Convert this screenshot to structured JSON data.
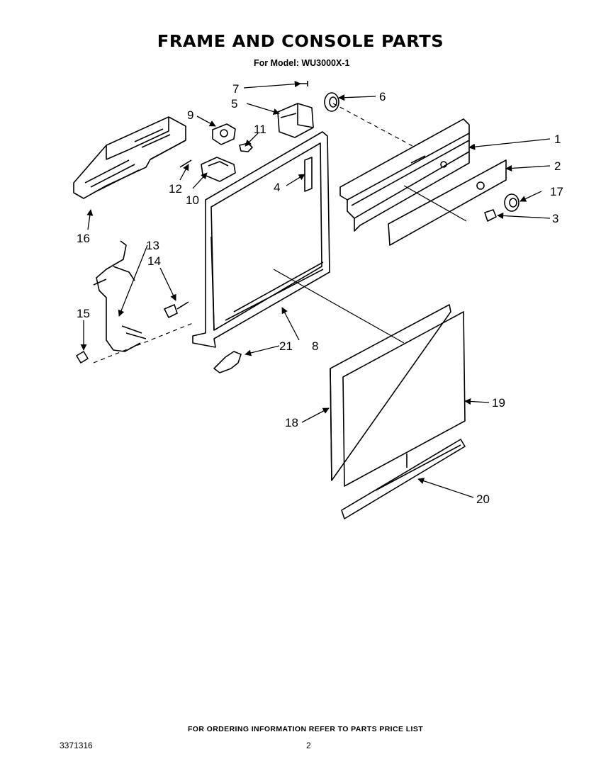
{
  "title": "FRAME AND CONSOLE PARTS",
  "subtitle": "For Model: WU3000X-1",
  "footer_note": "FOR ORDERING INFORMATION REFER TO PARTS PRICE LIST",
  "document_number": "3371316",
  "page_number": "2",
  "callouts": {
    "c1": "1",
    "c2": "2",
    "c3": "3",
    "c4": "4",
    "c5": "5",
    "c6": "6",
    "c7": "7",
    "c8": "8",
    "c9": "9",
    "c10": "10",
    "c11": "11",
    "c12": "12",
    "c13": "13",
    "c14": "14",
    "c15": "15",
    "c16": "16",
    "c17": "17",
    "c18": "18",
    "c19": "19",
    "c20": "20",
    "c21": "21"
  }
}
